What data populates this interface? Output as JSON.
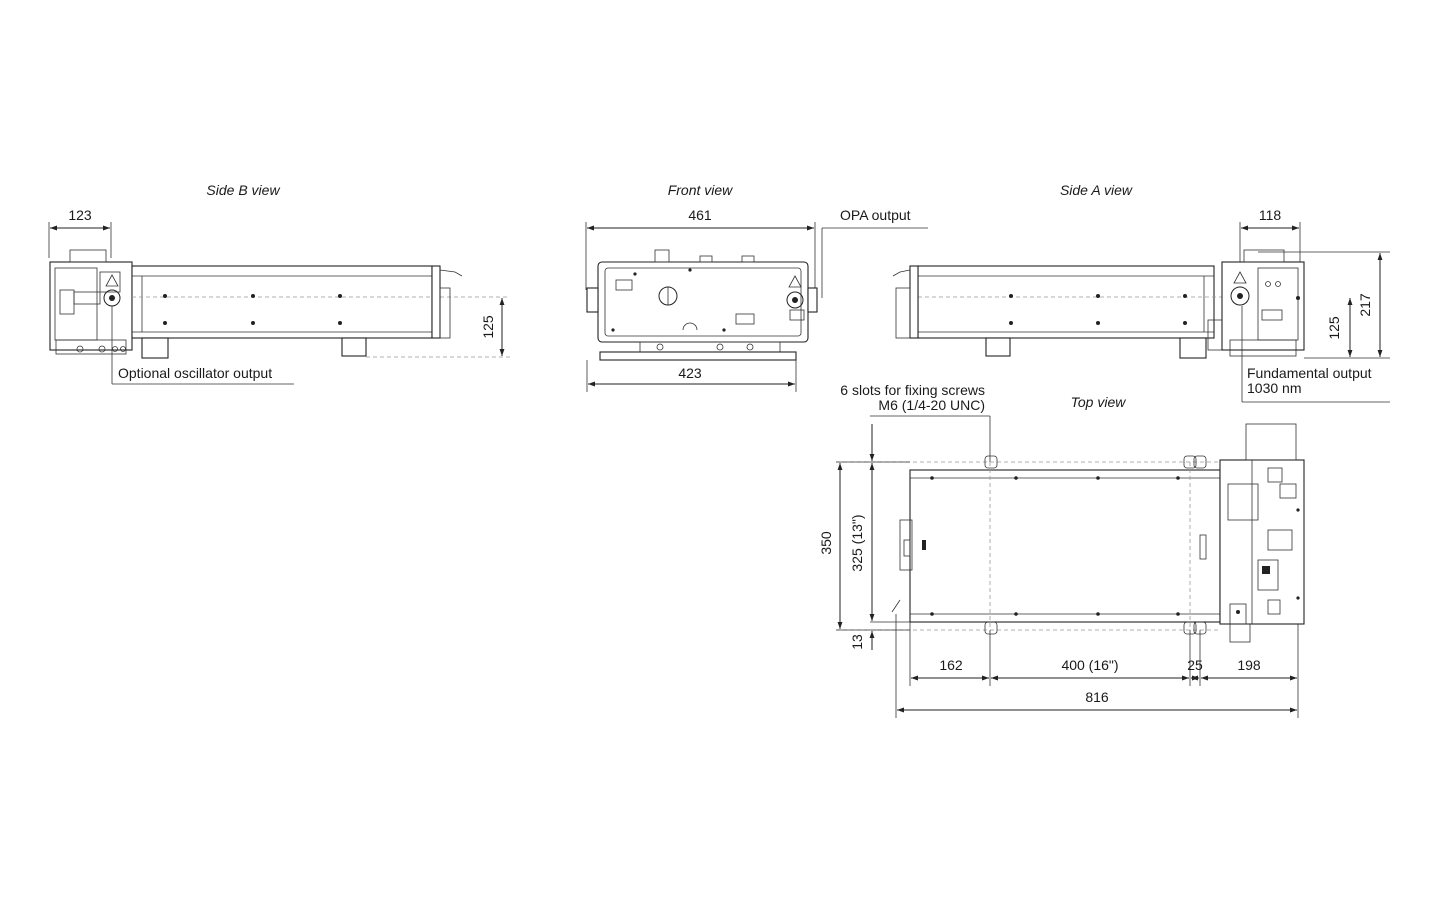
{
  "views": {
    "side_b": "Side B view",
    "front": "Front view",
    "side_a": "Side A view",
    "top": "Top view"
  },
  "dimensions": {
    "side_b_width": "123",
    "side_b_height": "125",
    "front_top": "461",
    "front_bottom": "423",
    "side_a_width": "118",
    "side_a_height_small": "125",
    "side_a_height_total": "217",
    "top_depth_total": "350",
    "top_depth_inner": "325 (13\")",
    "top_offset": "13",
    "top_seg1": "162",
    "top_seg2": "400 (16\")",
    "top_seg3": "25",
    "top_seg4": "198",
    "top_total": "816"
  },
  "callouts": {
    "optional_output": "Optional oscillator output",
    "opa_output": "OPA output",
    "fundamental_line1": "Fundamental output",
    "fundamental_line2": "1030 nm",
    "slots_line1": "6 slots for fixing screws",
    "slots_line2": "M6 (1/4-20 UNC)"
  }
}
